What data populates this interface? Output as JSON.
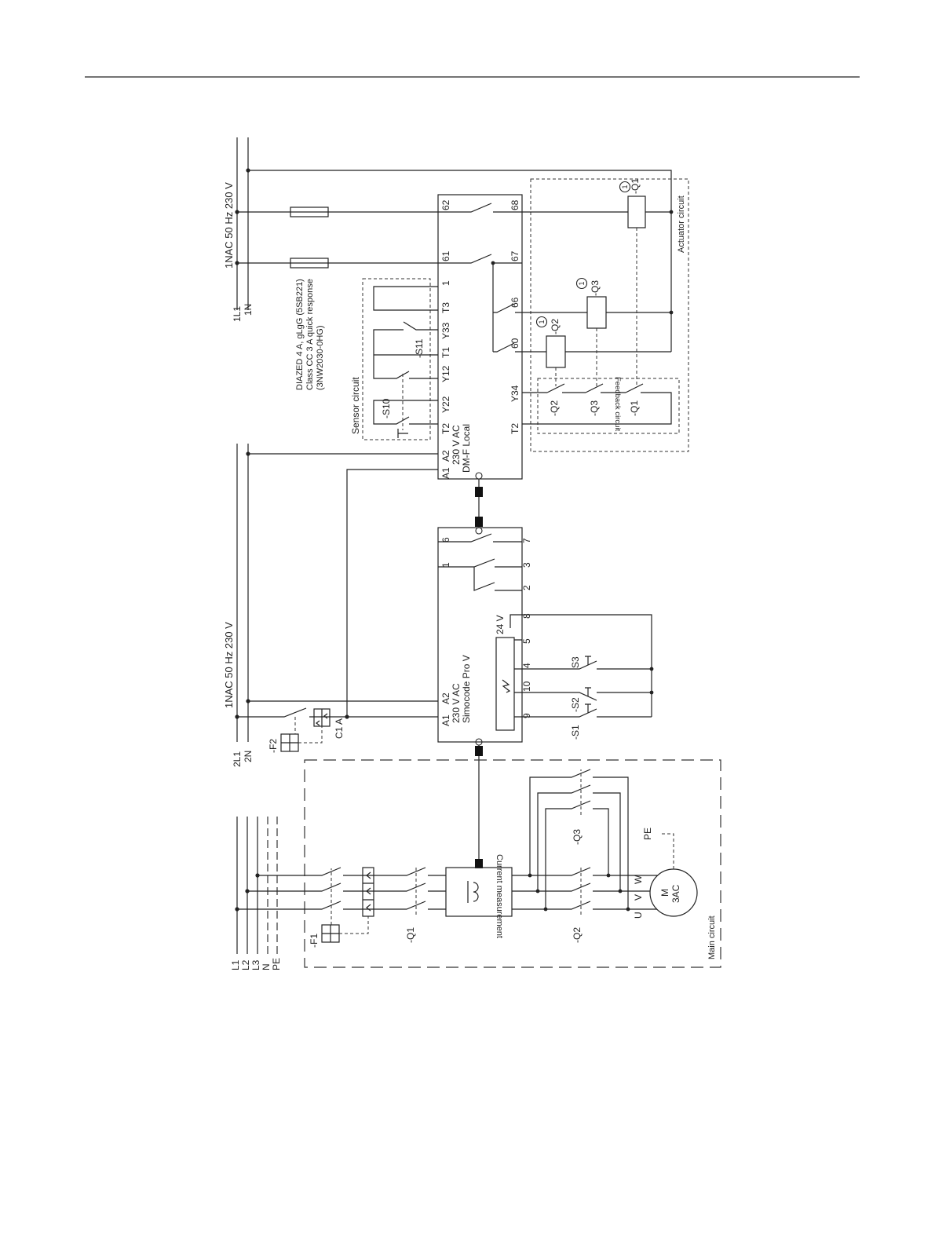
{
  "top_supply": {
    "label": "1NAC 50 Hz 230 V",
    "l1": "1L1",
    "n": "1N"
  },
  "fuse_note": {
    "line1": "DIAZED 4 A, gLgG (5SB221)",
    "line2": "Class CC 3 A quick response",
    "line3": "(3NW2030-0HG)"
  },
  "sensor_circuit": {
    "title": "Sensor circuit",
    "s10": "-S10",
    "s11": "-S11"
  },
  "dmf": {
    "voltage": "230 V AC",
    "name": "DM-F Local",
    "top": {
      "t62": "62",
      "t61": "61",
      "t1": "1",
      "t3": "T3",
      "y33": "Y33",
      "t1b": "T1",
      "y12": "Y12",
      "y22": "Y22",
      "t2": "T2",
      "a2": "A2",
      "a1": "A1"
    },
    "bottom": {
      "t68": "68",
      "t67": "67",
      "t66": "66",
      "t60": "60",
      "y34": "Y34",
      "t2": "T2"
    }
  },
  "feedback_circuit": {
    "title": "Feedback circuit",
    "q2": "-Q2",
    "q3": "-Q3",
    "q1": "-Q1"
  },
  "actuator_circuit": {
    "title": "Actuator circuit",
    "q2": "-Q2",
    "q3": "-Q3",
    "q1": "-Q1",
    "note_marker": "1"
  },
  "mid_supply": {
    "label": "1NAC 50 Hz 230 V",
    "l1": "2L1",
    "n": "2N",
    "f2": "-F2",
    "c1a": "C1 A"
  },
  "simocode": {
    "voltage": "230 V AC",
    "name": "Simocode Pro V",
    "supply_voltage": "24 V",
    "top": {
      "t6": "6",
      "t1": "1",
      "a2": "A2",
      "a1": "A1"
    },
    "bottom": {
      "t7": "7",
      "t3": "3",
      "t2": "2",
      "t8": "8",
      "t5": "5",
      "t4": "4",
      "t10": "10",
      "t9": "9"
    },
    "s1": "-S1",
    "s2": "-S2",
    "s3": "S3"
  },
  "main_circuit": {
    "title": "Main circuit",
    "buses": [
      "L1",
      "L2",
      "L3",
      "N",
      "PE"
    ],
    "f1": "-F1",
    "q1": "-Q1",
    "q2": "-Q2",
    "q3": "-Q3",
    "current_measurement": "Current measurement",
    "pe": "PE",
    "u": "U",
    "v": "V",
    "w": "W",
    "motor": "M",
    "motor_type": "3AC"
  }
}
